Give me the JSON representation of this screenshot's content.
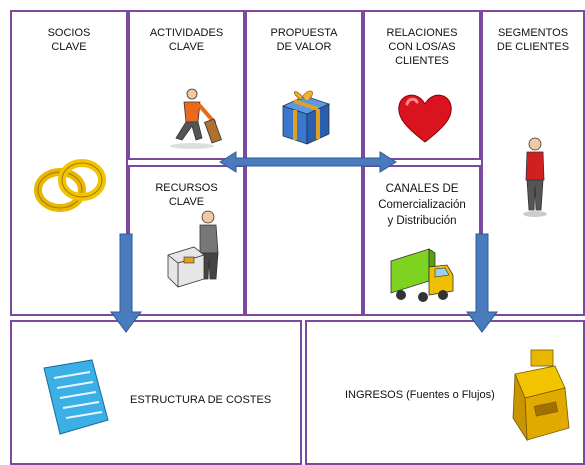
{
  "blocks": {
    "socios": "SOCIOS\nCLAVE",
    "actividades": "ACTIVIDADES\nCLAVE",
    "propuesta": "PROPUESTA\nDE VALOR",
    "relaciones": "RELACIONES\nCON LOS/AS\nCLIENTES",
    "segmentos": "SEGMENTOS\nDE CLIENTES",
    "recursos": "RECURSOS\nCLAVE",
    "canales": "CANALES DE\nComercialización\ny Distribución",
    "costes": "ESTRUCTURA DE COSTES",
    "ingresos": "INGRESOS (Fuentes o Flujos)"
  },
  "icons": {
    "socios": "interlocked-rings-icon",
    "actividades": "worker-icon",
    "propuesta": "gift-box-icon",
    "relaciones": "heart-icon",
    "segmentos": "customer-person-icon",
    "recursos": "person-with-machine-icon",
    "canales": "delivery-truck-icon",
    "costes": "invoice-document-icon",
    "ingresos": "cash-register-icon"
  },
  "colors": {
    "border": "#7b4aa0",
    "arrow": "#4a7bbd",
    "heart": "#d9141e",
    "gold": "#e8b800",
    "truck": "#7ed321"
  }
}
